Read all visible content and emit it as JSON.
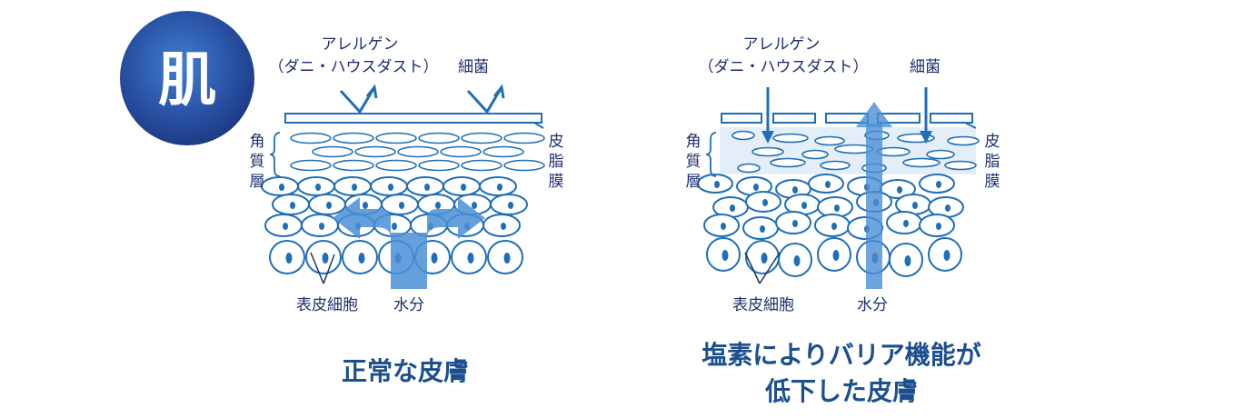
{
  "badge": {
    "text": "肌",
    "color": "#2f5fb3"
  },
  "colors": {
    "line": "#1e6fb8",
    "arrow_fill": "#4b8fd6",
    "label": "#1d2f6e",
    "caption": "#1b4f8f",
    "damaged_band": "#e3eef9"
  },
  "left_panel": {
    "allergen_label_1": "アレルゲン",
    "allergen_label_2": "（ダニ・ハウスダスト）",
    "bacteria_label": "細菌",
    "stratum_label": [
      "角",
      "質",
      "層"
    ],
    "sebum_label": [
      "皮",
      "脂",
      "膜"
    ],
    "cells_label": "表皮細胞",
    "water_label": "水分",
    "caption": "正常な皮膚"
  },
  "right_panel": {
    "allergen_label_1": "アレルゲン",
    "allergen_label_2": "（ダニ・ハウスダスト）",
    "bacteria_label": "細菌",
    "stratum_label": [
      "角",
      "質",
      "層"
    ],
    "sebum_label": [
      "皮",
      "脂",
      "膜"
    ],
    "cells_label": "表皮細胞",
    "water_label": "水分",
    "caption_line_1": "塩素によりバリア機能が",
    "caption_line_2": "低下した皮膚"
  }
}
